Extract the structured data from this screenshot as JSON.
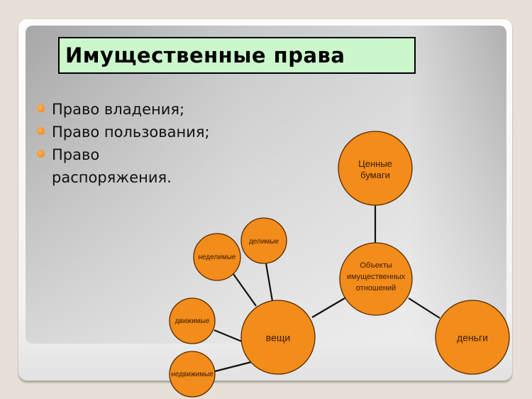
{
  "slide": {
    "title": "Имущественные права",
    "bullets": [
      {
        "text": "Право владения;"
      },
      {
        "text": "Право пользования;"
      },
      {
        "text": "Право распоряжения."
      }
    ]
  },
  "diagram": {
    "colors": {
      "node_fill": "#f28c1a",
      "node_border": "#5a2a00",
      "edge": "#111111",
      "title_bg": "#ccf7cc"
    },
    "nodes": {
      "securities": {
        "label": "Ценные бумаги"
      },
      "objects": {
        "label": "Объекты имущественных отношений"
      },
      "money": {
        "label": "деньги"
      },
      "things": {
        "label": "вещи"
      },
      "divisible": {
        "label": "делимые"
      },
      "indivisible": {
        "label": "неделимые"
      },
      "movable": {
        "label": "движимые"
      },
      "immovable": {
        "label": "недвижимые"
      }
    },
    "edges": [
      [
        "objects",
        "securities"
      ],
      [
        "objects",
        "money"
      ],
      [
        "objects",
        "things"
      ],
      [
        "things",
        "divisible"
      ],
      [
        "things",
        "indivisible"
      ],
      [
        "things",
        "movable"
      ],
      [
        "things",
        "immovable"
      ]
    ]
  }
}
